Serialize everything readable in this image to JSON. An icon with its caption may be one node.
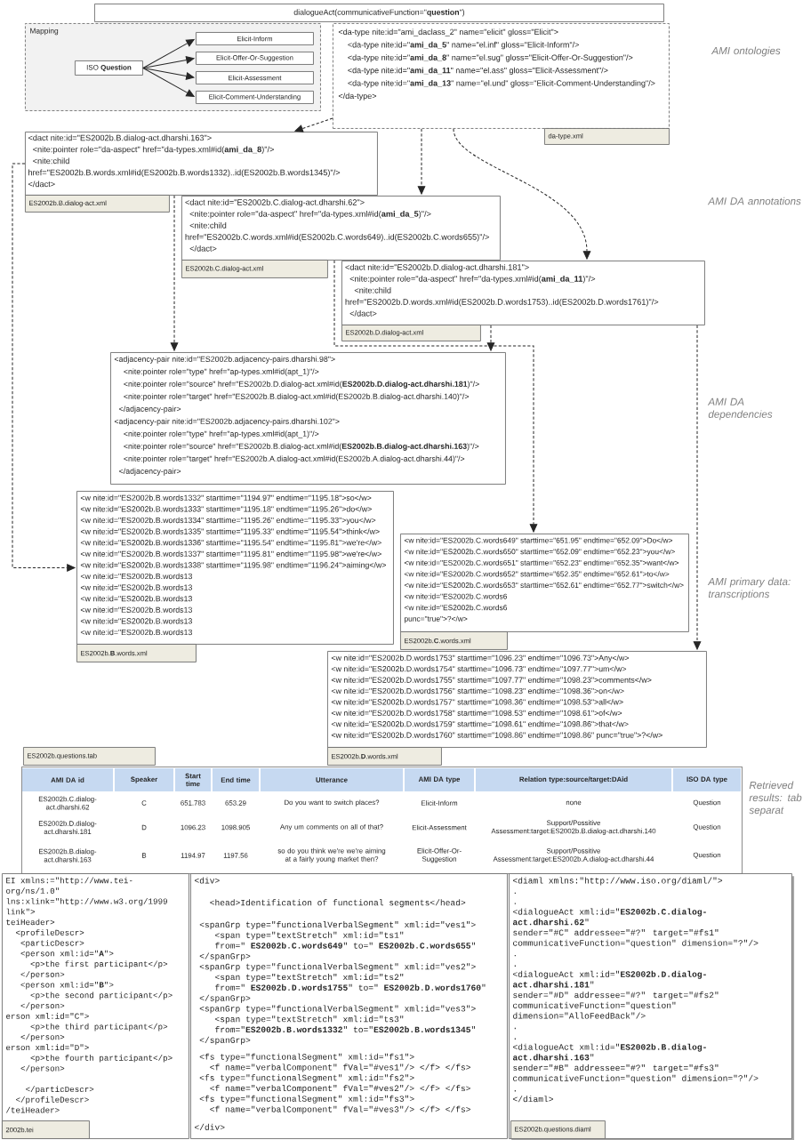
{
  "diagram": {
    "nodes": [
      {
        "text": [
          "dialogueAct(communicativeFunction=\"**question**\")"
        ]
      },
      {
        "text": [
          "Mapping"
        ]
      },
      {
        "text": [
          "ISO **Question**"
        ],
        "in": 1
      },
      {
        "text": [
          "Elicit-Inform"
        ],
        "in": 1
      },
      {
        "text": [
          "Elicit-Offer-Or-Suggestion"
        ],
        "in": 1
      },
      {
        "text": [
          "Elicit-Assessment"
        ],
        "in": 1
      },
      {
        "text": [
          "Elicit-Comment-Understanding"
        ],
        "in": 1
      },
      {
        "text": [
          "<da-type nite:id=\"ami_daclass_2\" name=\"elicit\" gloss=\"Elicit\">",
          "<da-type nite:id=\"**ami_da_5**\" name=\"el.inf\" gloss=\"Elicit-Inform\"/>",
          "<da-type nite:id=\"**ami_da_8**\" name=\"el.sug\" gloss=\"Elicit-Offer-Or-Suggestion\"/>",
          "<da-type nite:id=\"**ami_da_11**\" name=\"el.ass\" gloss=\"Elicit-Assessment\"/>",
          "<da-type nite:id=\"**ami_da_13**\" name=\"el.und\" gloss=\"Elicit-Comment-Understanding\"/>",
          "</da-type>"
        ]
      },
      {
        "text": [
          "da-type.xml"
        ]
      },
      {
        "text": [
          "<dact nite:id=\"ES2002b.B.dialog-act.dharshi.163\">",
          "<nite:pointer role=\"da-aspect\" href=\"da-types.xml#id(**ami_da_8**)\"/>",
          "<nite:child",
          "href=\"ES2002b.B.words.xml#id(ES2002b.B.words1332)..id(ES2002b.B.words1345)\"/>",
          "</dact>"
        ]
      },
      {
        "text": [
          "ES2002b.B.dialog-act.xml"
        ]
      },
      {
        "text": [
          "<dact nite:id=\"ES2002b.C.dialog-act.dharshi.62\">",
          "<nite:pointer role=\"da-aspect\" href=\"da-types.xml#id(**ami_da_5**)\"/>",
          "<nite:child",
          "href=\"ES2002b.C.words.xml#id(ES2002b.C.words649)..id(ES2002b.C.words655)\"/>",
          "</dact>"
        ]
      },
      {
        "text": [
          "ES2002b.C.dialog-act.xml"
        ]
      },
      {
        "text": [
          "<dact nite:id=\"ES2002b.D.dialog-act.dharshi.181\">",
          "<nite:pointer role=\"da-aspect\" href=\"da-types.xml#id(**ami_da_11**)\"/>",
          "<nite:child",
          "href=\"ES2002b.D.words.xml#id(ES2002b.D.words1753)..id(ES2002b.D.words1761)\"/>",
          "</dact>"
        ]
      },
      {
        "text": [
          "ES2002b.D.dialog-act.xml"
        ]
      },
      {
        "text": [
          "<adjacency-pair nite:id=\"ES2002b.adjacency-pairs.dharshi.98\">",
          "<nite:pointer role=\"type\" href=\"ap-types.xml#id(apt_1)\"/>",
          "<nite:pointer role=\"source\" href=\"ES2002b.D.dialog-act.xml#id(**ES2002b.D.dialog-act.dharshi.181**)\"/>",
          "<nite:pointer role=\"target\" href=\"ES2002b.B.dialog-act.xml#id(ES2002b.B.dialog-act.dharshi.140)\"/>",
          "</adjacency-pair>",
          "<adjacency-pair nite:id=\"ES2002b.adjacency-pairs.dharshi.102\">",
          "<nite:pointer role=\"type\" href=\"ap-types.xml#id(apt_1)\"/>",
          "<nite:pointer role=\"source\" href=\"ES2002b.B.dialog-act.xml#id(**ES2002b.B.dialog-act.dharshi.163**)\"/>",
          "<nite:pointer role=\"target\" href=\"ES2002b.A.dialog-act.xml#id(ES2002b.A.dialog-act.dharshi.44)\"/>",
          "</adjacency-pair>"
        ]
      },
      {
        "text": [
          "<w nite:id=\"ES2002b.B.words1332\" starttime=\"1194.97\" endtime=\"1195.18\">so</w>",
          "<w nite:id=\"ES2002b.B.words1333\" starttime=\"1195.18\" endtime=\"1195.26\">do</w>",
          "<w nite:id=\"ES2002b.B.words1334\" starttime=\"1195.26\" endtime=\"1195.33\">you</w>",
          "<w nite:id=\"ES2002b.B.words1335\" starttime=\"1195.33\" endtime=\"1195.54\">think</w>",
          "<w nite:id=\"ES2002b.B.words1336\" starttime=\"1195.54\" endtime=\"1195.81\">we're</w>",
          "<w nite:id=\"ES2002b.B.words1337\" starttime=\"1195.81\" endtime=\"1195.98\">we're</w>",
          "<w nite:id=\"ES2002b.B.words1338\" starttime=\"1195.98\" endtime=\"1196.24\">aiming</w>",
          "<w nite:id=\"ES2002b.B.words13",
          "<w nite:id=\"ES2002b.B.words13",
          "<w nite:id=\"ES2002b.B.words13",
          "<w nite:id=\"ES2002b.B.words13",
          "<w nite:id=\"ES2002b.B.words13",
          "<w nite:id=\"ES2002b.B.words13"
        ]
      },
      {
        "text": [
          "ES2002b.**B**.words.xml"
        ]
      },
      {
        "text": [
          "<w nite:id=\"ES2002b.C.words649\" starttime=\"651.95\" endtime=\"652.09\">Do</w>",
          "<w nite:id=\"ES2002b.C.words650\" starttime=\"652.09\" endtime=\"652.23\">you</w>",
          "<w nite:id=\"ES2002b.C.words651\" starttime=\"652.23\" endtime=\"652.35\">want</w>",
          "<w nite:id=\"ES2002b.C.words652\" starttime=\"652.35\" endtime=\"652.61\">to</w>",
          "<w nite:id=\"ES2002b.C.words653\" starttime=\"652.61\" endtime=\"652.77\">switch</w>",
          "<w nite:id=\"ES2002b.C.words6",
          "<w nite:id=\"ES2002b.C.words6",
          "punc=\"true\">?</w>"
        ]
      },
      {
        "text": [
          "ES2002b.**C**.words.xml"
        ]
      },
      {
        "text": [
          "<w nite:id=\"ES2002b.D.words1753\" starttime=\"1096.23\" endtime=\"1096.73\">Any</w>",
          "<w nite:id=\"ES2002b.D.words1754\" starttime=\"1096.73\" endtime=\"1097.77\">um</w>",
          "<w nite:id=\"ES2002b.D.words1755\" starttime=\"1097.77\" endtime=\"1098.23\">comments</w>",
          "<w nite:id=\"ES2002b.D.words1756\" starttime=\"1098.23\" endtime=\"1098.36\">on</w>",
          "<w nite:id=\"ES2002b.D.words1757\" starttime=\"1098.36\" endtime=\"1098.53\">all</w>",
          "<w nite:id=\"ES2002b.D.words1758\" starttime=\"1098.53\" endtime=\"1098.61\">of</w>",
          "<w nite:id=\"ES2002b.D.words1759\" starttime=\"1098.61\" endtime=\"1098.86\">that</w>",
          "<w nite:id=\"ES2002b.D.words1760\" starttime=\"1098.86\" endtime=\"1098.86\" punc=\"true\">?</w>"
        ]
      },
      {
        "text": [
          "ES2002b.**D**.words.xml"
        ]
      },
      {
        "text": [
          "ES2002b.questions.tab"
        ]
      },
      {
        "text": [
          "AMI DA id",
          "Speaker",
          "Start time",
          "End time",
          "Utterance",
          "AMI DA type",
          "Relation type:source/target:DAid",
          "ISO DA type",
          "ES2002b.C.dialog-act.dharshi.62",
          "C",
          "651.783",
          "653.29",
          "Do you want to switch places?",
          "Elicit-Inform",
          "none",
          "Question",
          "ES2002b.D.dialog-act.dharshi.181",
          "D",
          "1096.23",
          "1098.905",
          "Any um comments on all of that?",
          "Elicit-Assessment",
          "Support/Possitive Assessment:target:ES2002b.B.dialog-act.dharshi.140",
          "Question",
          "ES2002b.B.dialog-act.dharshi.163",
          "B",
          "1194.97",
          "1197.56",
          "so do you think we're we're aiming at a fairly young market then?",
          "Elicit-Offer-Or-Suggestion",
          "Support/Possitive Assessment:target:ES2002b.A.dialog-act.dharshi.44",
          "Question"
        ]
      },
      {
        "text": [
          "EI xmlns:=\"http://www.tei-",
          "org/ns/1.0\"",
          "lns:xlink=\"http://www.w3.org/1999",
          "link\">",
          "teiHeader>",
          "<profileDescr>",
          "<particDescr>",
          "<person xml:id=\"**A**\">",
          "<p>the first participant</p>",
          "</person>",
          "<person xml:id=\"**B**\">",
          "<p>the second participant</p>",
          "</person>",
          "erson xml:id=\"C\">",
          "<p>the third participant</p>",
          "</person>",
          "erson xml:id=\"D\">",
          "<p>the fourth participant</p>",
          "</person>",
          "</particDescr>",
          "</profileDescr>",
          "/teiHeader>"
        ]
      },
      {
        "text": [
          "2002b.tei"
        ],
        "in": 24
      },
      {
        "text": [
          "<div>",
          "<head>Identification of functional segments</head>",
          "<spanGrp type=\"functionalVerbalSegment\" xml:id=\"ves1\">",
          "<span type=\"textStretch\" xml:id=\"ts1\"",
          "from=\" **ES2002b.C.words649**\" to=\" **ES2002b.C.words655**\"",
          "</spanGrp>",
          "<spanGrp type=\"functionalVerbalSegment\" xml:id=\"ves2\">",
          "<span type=\"textStretch\" xml:id=\"ts2\"",
          "from=\" **ES2002b.D.words1755**\" to=\" **ES2002b.D.words1760**\"",
          "</spanGrp>",
          "<spanGrp type=\"functionalVerbalSegment\" xml:id=\"ves3\">",
          "<span type=\"textStretch\" xml:id=\"ts3\"",
          "from=\"**ES2002b.B.words1332**\" to=\"**ES2002b.B.words1345**\"",
          "</spanGrp>",
          "<fs type=\"functionalSegment\" xml:id=\"fs1\">",
          "<f name=\"verbalComponent\" fVal=\"#ves1\"/> </f> </fs>",
          "<fs type=\"functionalSegment\" xml:id=\"fs2\">",
          "<f name=\"verbalComponent\" fVal=\"#ves2\"/> </f> </fs>",
          "<fs type=\"functionalSegment\" xml:id=\"fs3\">",
          "<f name=\"verbalComponent\" fVal=\"#ves3\"/> </f> </fs>",
          "</div>"
        ]
      },
      {
        "text": [
          "<diaml xmlns:\"http://www.iso.org/diaml/\">",
          ".",
          ".",
          "<dialogueAct xml:id=\"**ES2002b.C.dialog-**",
          "**act.dharshi.62**\"",
          "sender=\"#C\" addressee=\"#?\" target=\"#fs1\"",
          "communicativeFunction=\"question\" dimension=\"?\"/>",
          ".",
          ".",
          "<dialogueAct xml:id=\"**ES2002b.D.dialog-**",
          "**act.dharshi.181**\"",
          "sender=\"#D\" addressee=\"#?\" target=\"#fs2\"",
          "communicativeFunction=\"question\"",
          "dimension=\"AlloFeedBack\"/>",
          ".",
          ".",
          "<dialogueAct xml:id=\"**ES2002b.B.dialog-**",
          "**act.dharshi.163**\"",
          "sender=\"#B\" addressee=\"#?\" target=\"#fs3\"",
          "communicativeFunction=\"question\" dimension=\"?\"/>",
          ".",
          "</diaml>"
        ]
      },
      {
        "text": [
          "ES2002b.questions.diaml"
        ],
        "in": 27
      }
    ],
    "edges": [
      {
        "from": 2,
        "to": 3,
        "arrow": "to"
      },
      {
        "from": 2,
        "to": 4,
        "arrow": "to"
      },
      {
        "from": 2,
        "to": 5,
        "arrow": "to"
      },
      {
        "from": 2,
        "to": 6,
        "arrow": "to"
      },
      {
        "from": 7,
        "to": 9,
        "arrow": "to",
        "style": "dashed"
      },
      {
        "from": 7,
        "to": 11,
        "arrow": "to",
        "style": "dashed"
      },
      {
        "from": 7,
        "to": 13,
        "arrow": "to",
        "style": "dashed"
      },
      {
        "from": 9,
        "to": 16,
        "arrow": "to",
        "style": "dashed"
      },
      {
        "from": 11,
        "to": 18,
        "arrow": "to",
        "style": "dashed"
      },
      {
        "from": 13,
        "to": 20,
        "arrow": "to",
        "style": "dashed"
      },
      {
        "from": 13,
        "to": 15,
        "arrow": "to",
        "style": "dashed"
      },
      {
        "from": 9,
        "to": 15,
        "arrow": "to",
        "style": "dashed"
      }
    ],
    "labels": [
      "AMI ontologies",
      "AMI DA annotations",
      "AMI DA dependencies",
      "AMI primary data: transcriptions",
      "Retrieved results: tab separat"
    ]
  }
}
